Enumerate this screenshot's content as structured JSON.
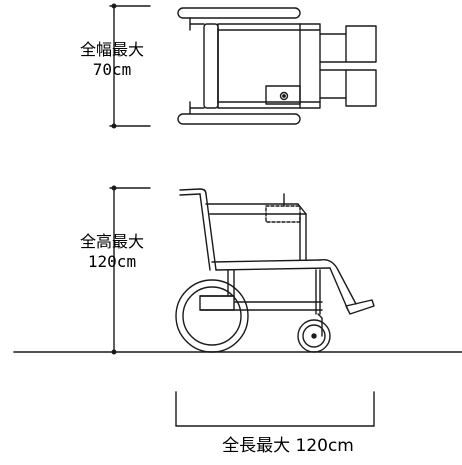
{
  "dimensions": {
    "width": {
      "title": "全幅最大",
      "value": "70cm"
    },
    "height": {
      "title": "全高最大",
      "value": "120cm"
    },
    "length": {
      "text": "全長最大 120cm"
    }
  },
  "colors": {
    "line": "#1a1a1a",
    "background": "#ffffff"
  }
}
